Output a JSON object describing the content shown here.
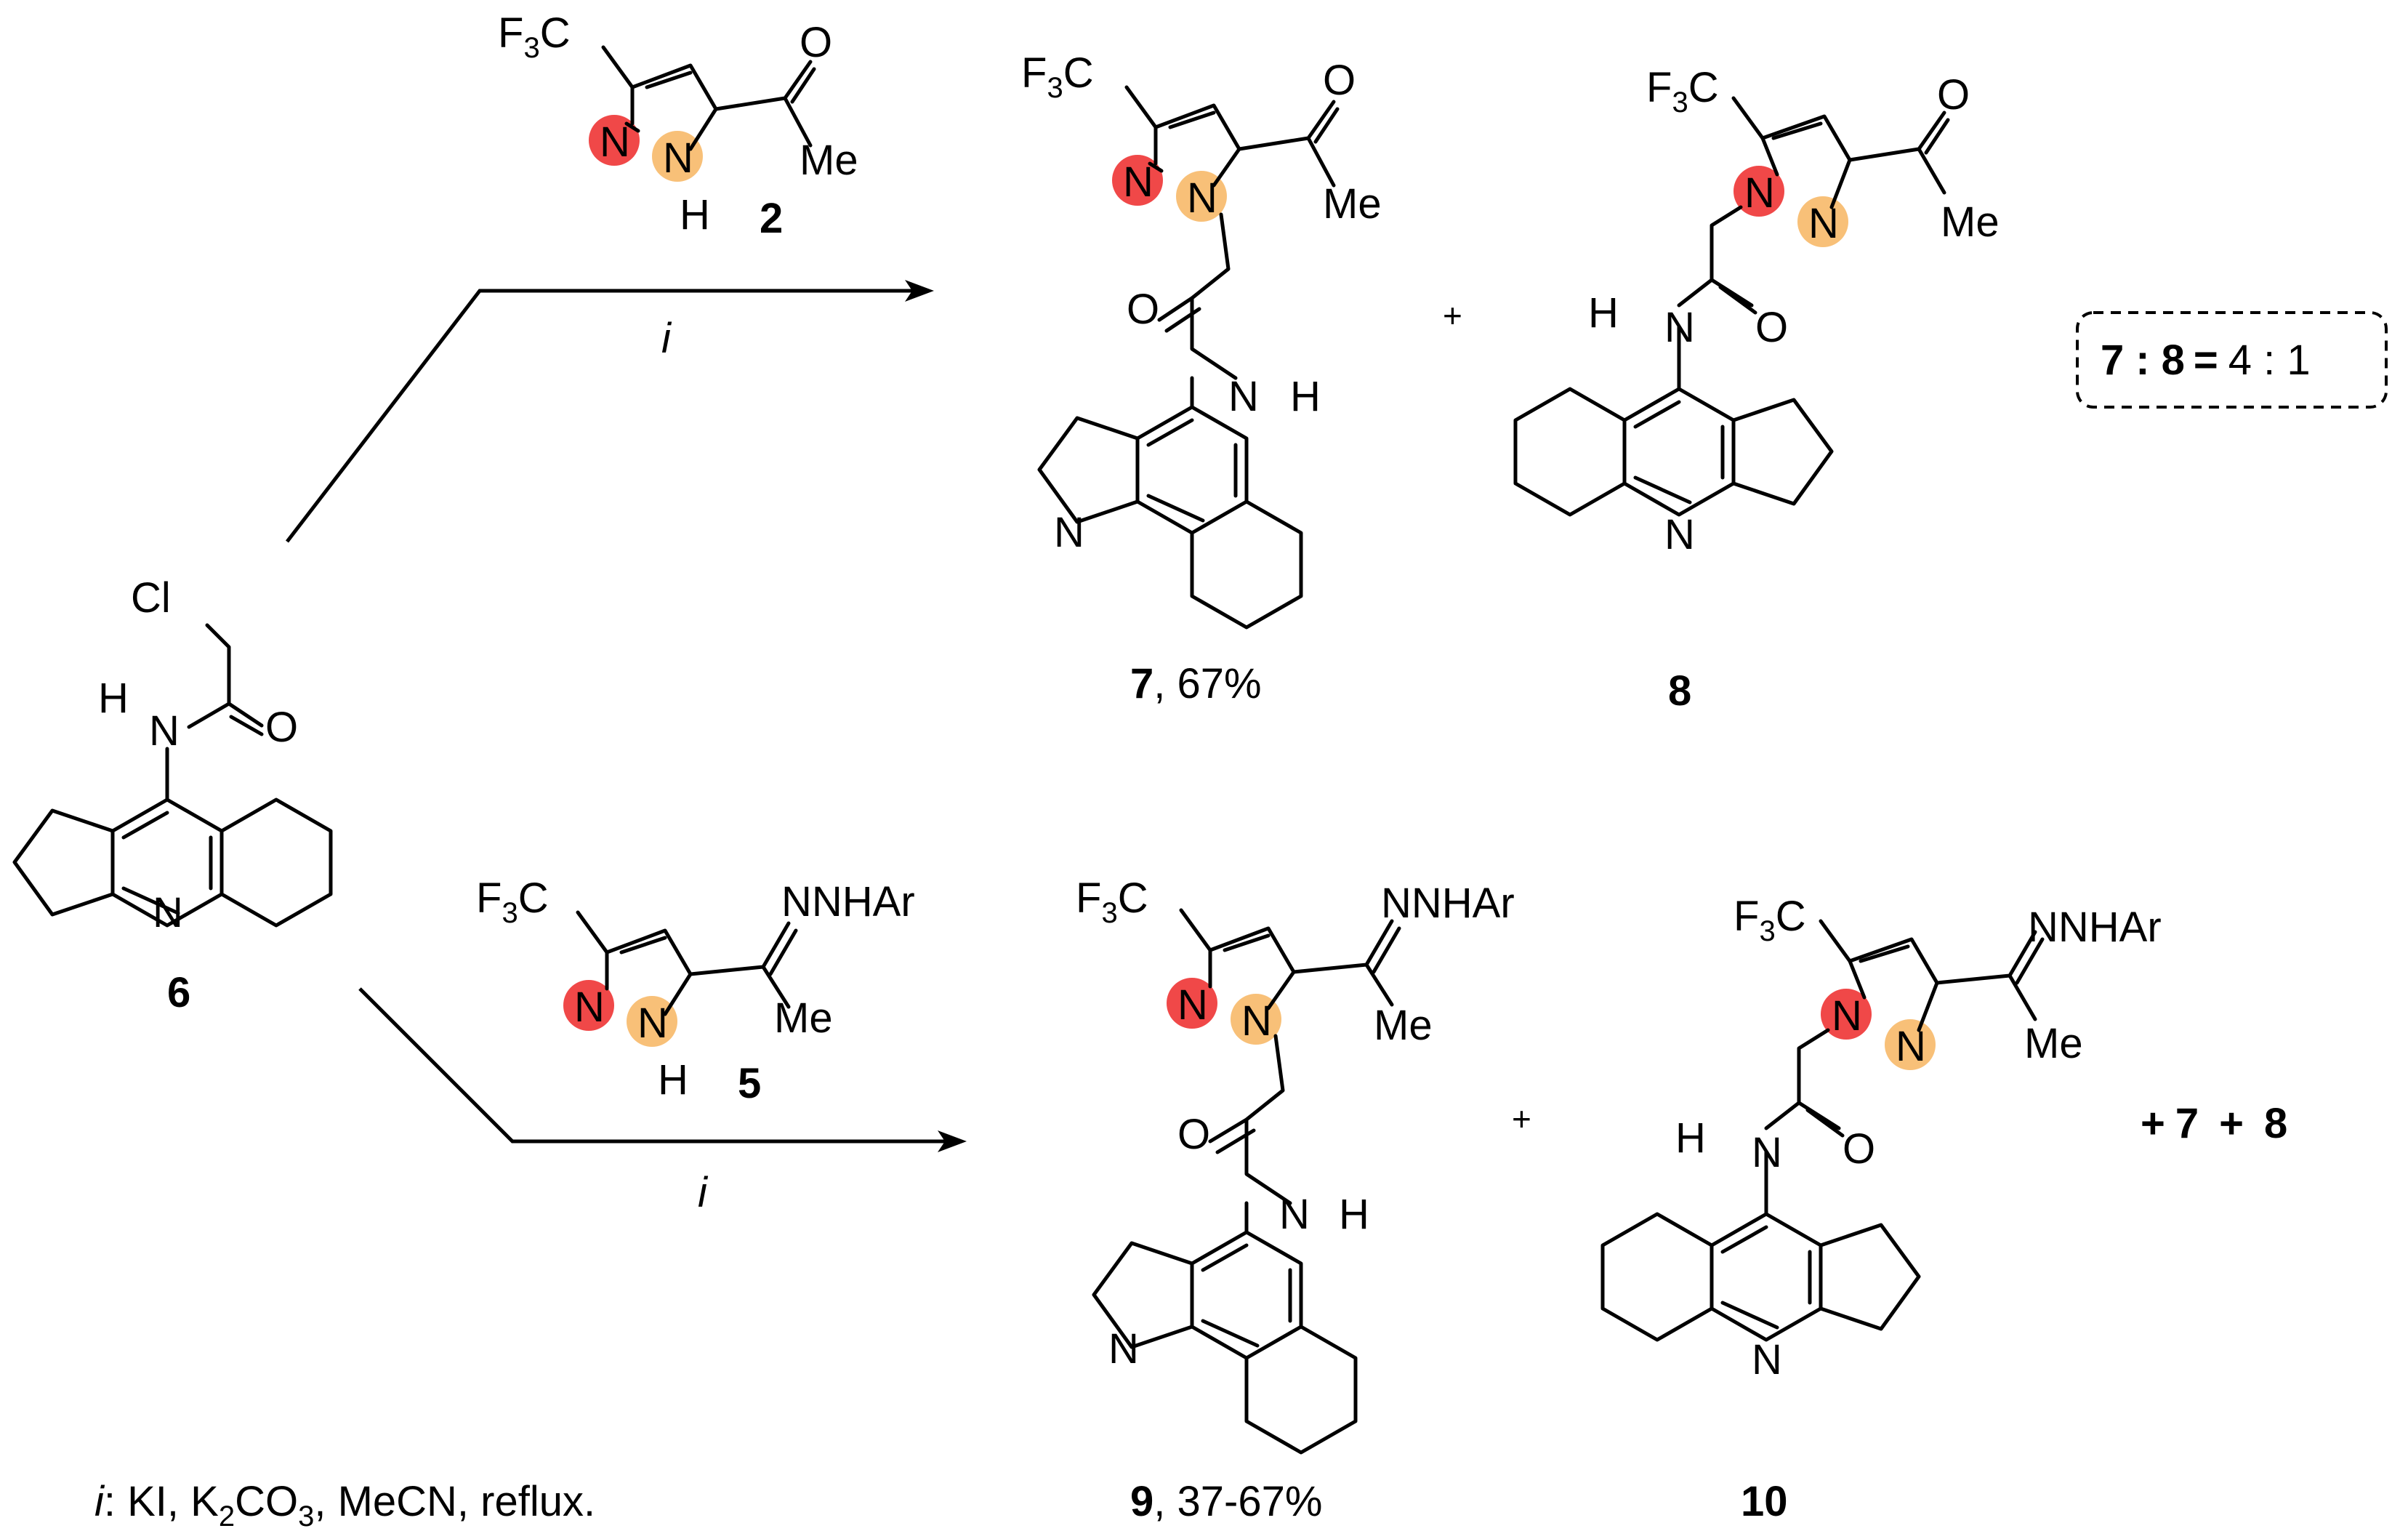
{
  "atoms": {
    "f3c_prefix": "F",
    "f3c_sub": "3",
    "f3c_suffix": "C",
    "nitrogen": "N",
    "hydrogen": "H",
    "oxygen": "O",
    "chlorine": "Cl",
    "methyl": "Me",
    "hydrazone": "NNHAr"
  },
  "compounds": {
    "c2": "2",
    "c5": "5",
    "c6": "6",
    "c7": "7",
    "c7_yield": ", 67%",
    "c8": "8",
    "c9": "9",
    "c9_yield": ", 37-67%",
    "c10": "10"
  },
  "arrows": {
    "top_label": "i",
    "bottom_label": "i"
  },
  "plus_sign": "+",
  "extra_products": {
    "plus": "+",
    "p1": "7",
    "p2": "8"
  },
  "ratio": {
    "a": "7",
    "colon": ":",
    "b": "8",
    "equals": "=",
    "value": "4 : 1"
  },
  "conditions": {
    "label": "i",
    "text_1": ": KI, K",
    "sub_1": "2",
    "text_2": "CO",
    "sub_2": "3",
    "text_3": ", MeCN, reflux."
  },
  "highlight_colors": {
    "n_pyridine_type": "#f04848",
    "n_pyrrole_type": "#f8c078"
  }
}
